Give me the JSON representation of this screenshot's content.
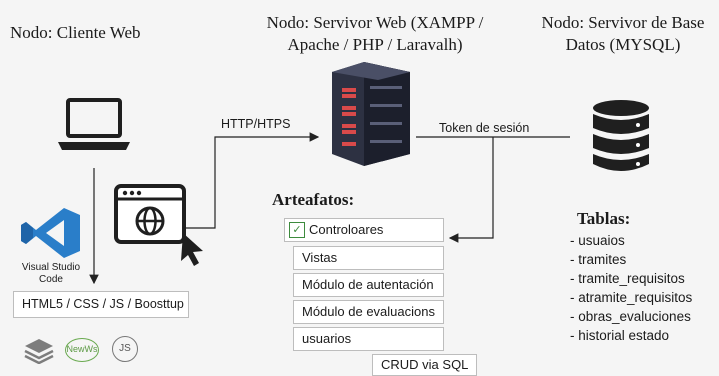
{
  "nodes": {
    "client_title": "Nodo: Cliente Web",
    "web_title_line1": "Nodo: Servivor Web (XAMPP /",
    "web_title_line2": "Apache / PHP / Laravalh)",
    "db_title_line1": "Nodo: Servivor de Base",
    "db_title_line2": "Datos (MYSQL)"
  },
  "connections": {
    "http_label": "HTTP/HTPS",
    "token_label": "Token de sesión"
  },
  "client": {
    "vscode_line1": "Visual Studio",
    "vscode_line2": "Code",
    "stack_box": "HTML5 / CSS / JS / Boosttup",
    "badge_news": "NewWs",
    "badge_js": "JS"
  },
  "artifacts": {
    "title": "Arteafatos:",
    "items": [
      "Controloares",
      "Vistas",
      "Módulo de autentación",
      "Módulo de evaluacions",
      "usuarios"
    ],
    "crud": "CRUD via SQL"
  },
  "tables": {
    "title": "Tablas:",
    "items": [
      "- usuaios",
      "- tramites",
      "- tramite_requisitos",
      "- atramite_requisitos",
      "- obras_evaluciones",
      "- historial estado"
    ]
  }
}
